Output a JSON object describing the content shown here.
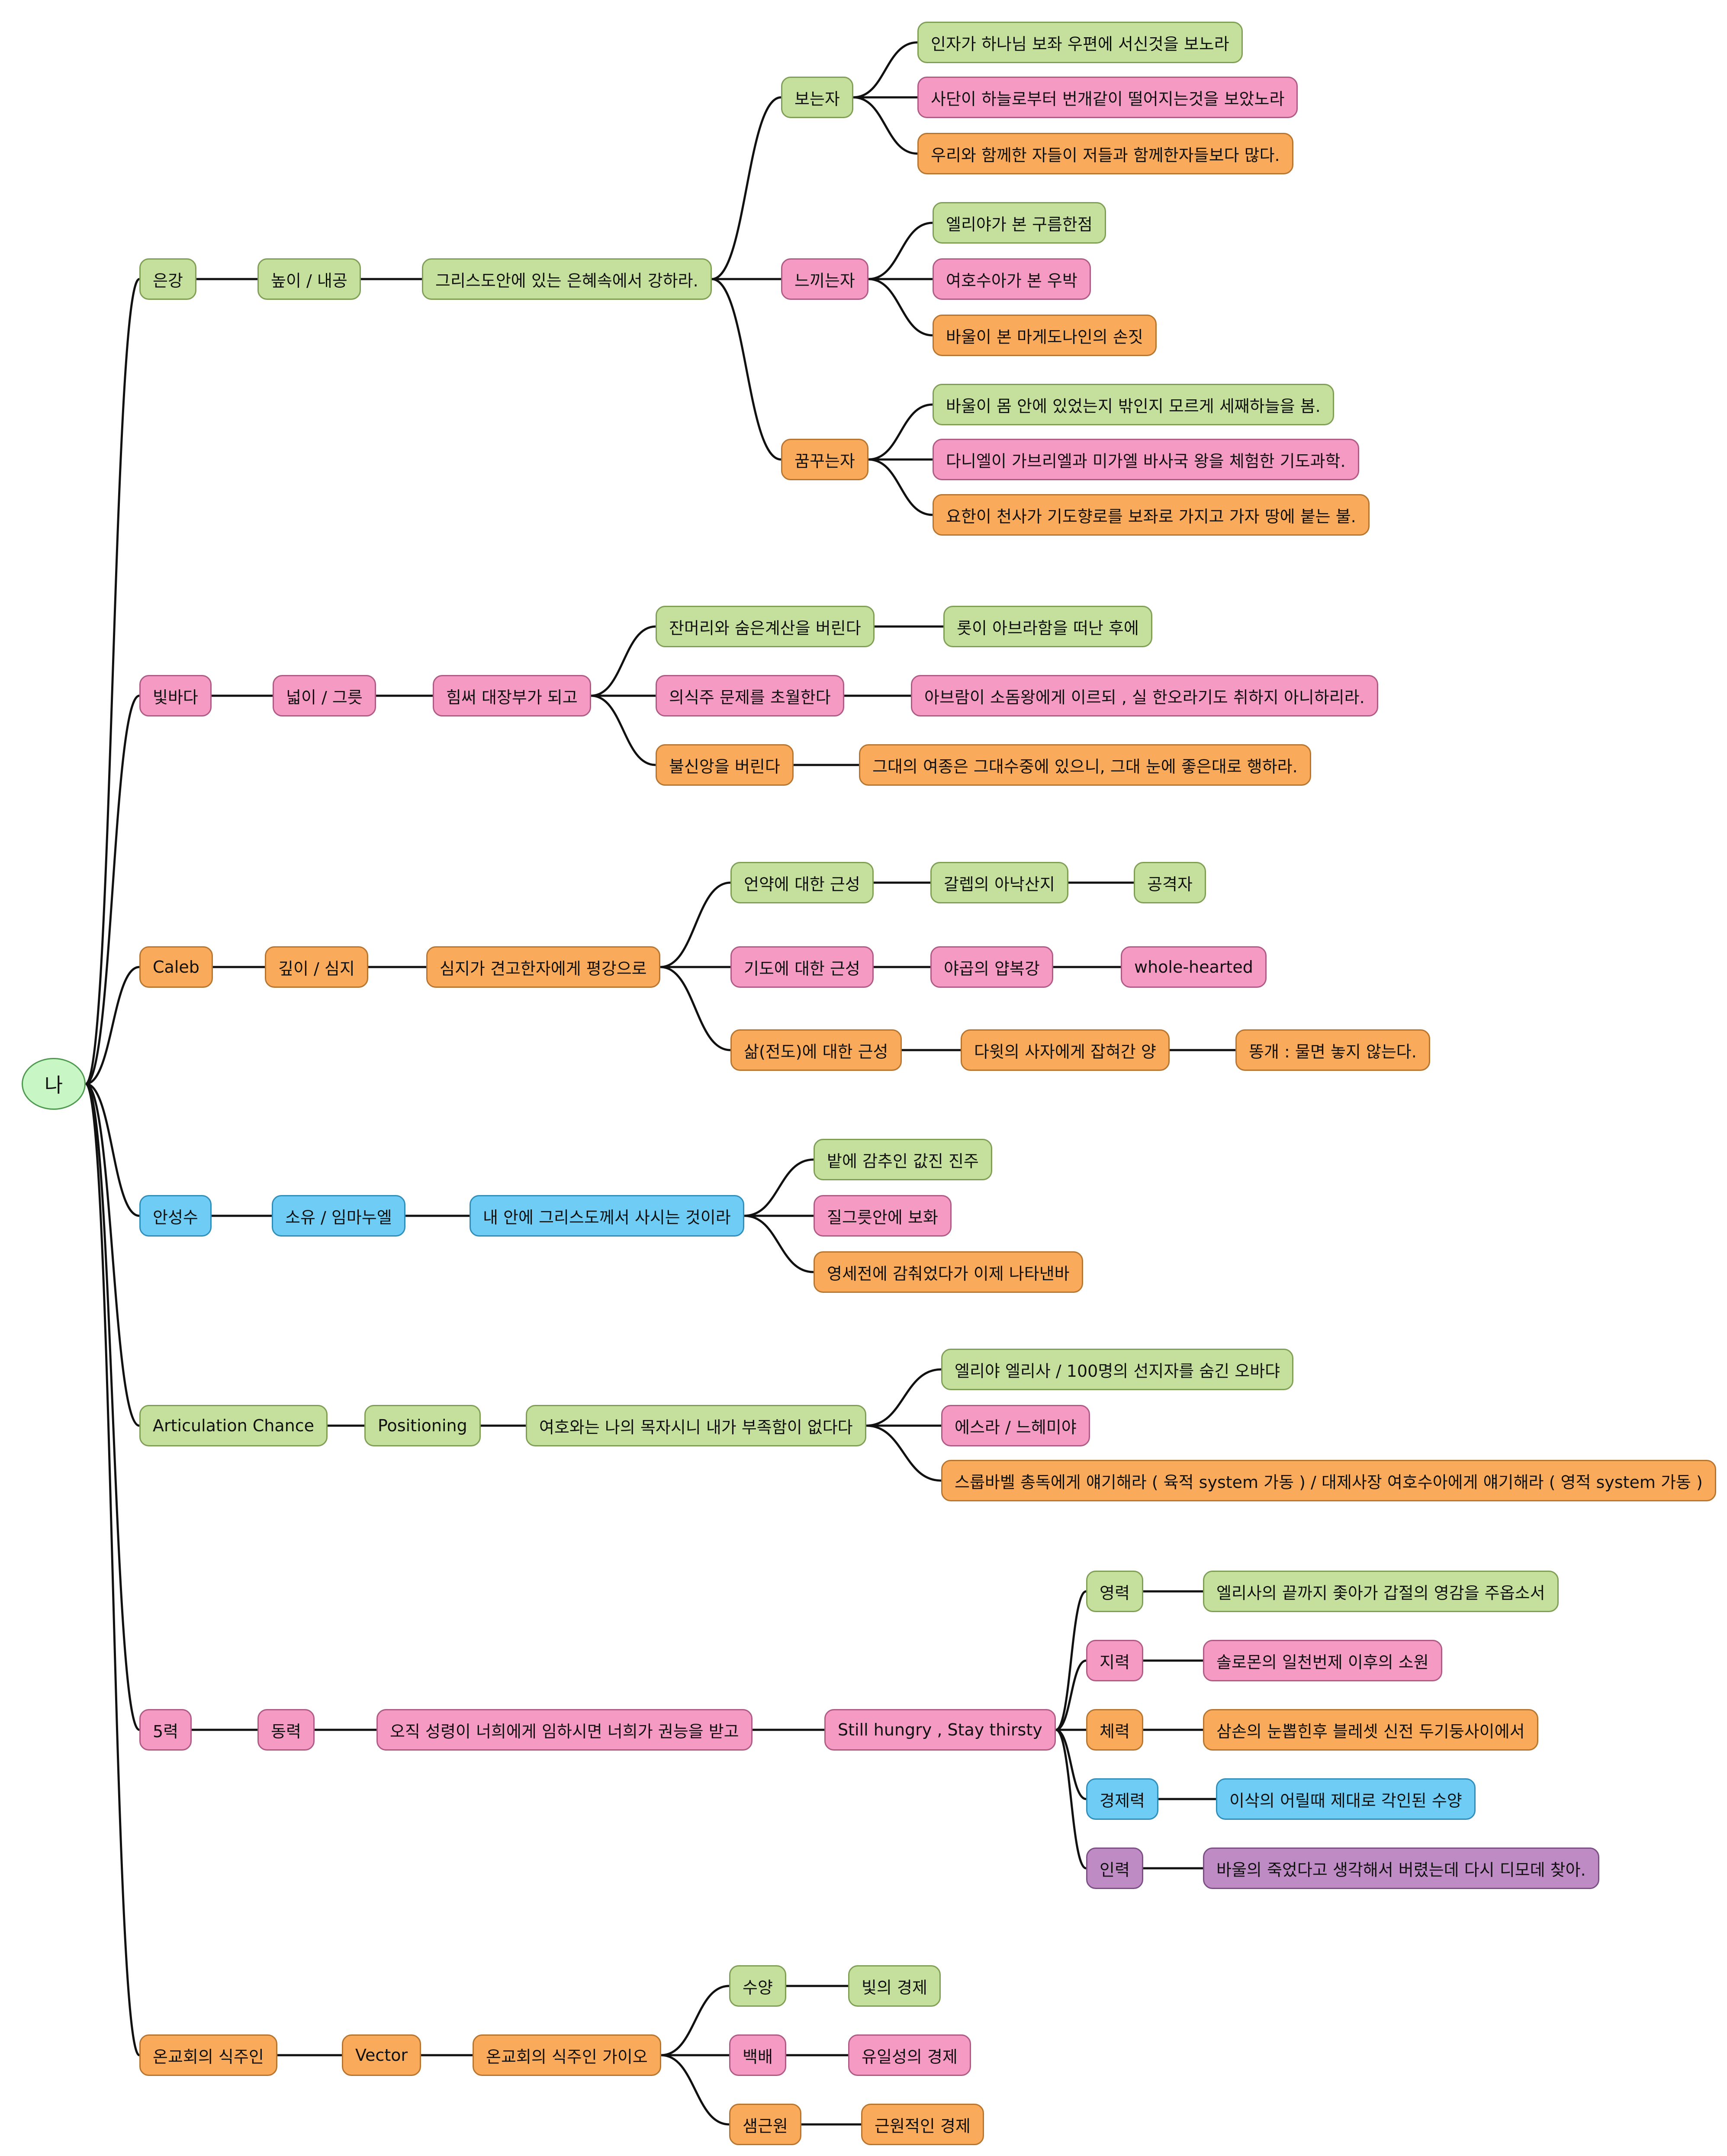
{
  "colors": {
    "green": "#c5e09c",
    "pink": "#f49ac3",
    "orange": "#f9aa5a",
    "blue": "#6fcdf5",
    "purple": "#be8bc5",
    "root": "#c8f7c5",
    "edge": "#111111"
  },
  "nodes": [
    {
      "id": "root",
      "label": "나",
      "color": "root"
    },
    {
      "id": "n1",
      "parent": "root",
      "label": "은강",
      "color": "green"
    },
    {
      "id": "n1a",
      "parent": "n1",
      "label": "높이 / 내공",
      "color": "green"
    },
    {
      "id": "n1b",
      "parent": "n1a",
      "label": "그리스도안에 있는 은혜속에서 강하라.",
      "color": "green"
    },
    {
      "id": "n1b1",
      "parent": "n1b",
      "label": "보는자",
      "color": "green"
    },
    {
      "id": "n1b1a",
      "parent": "n1b1",
      "label": "인자가 하나님 보좌 우편에 서신것을 보노라",
      "color": "green"
    },
    {
      "id": "n1b1b",
      "parent": "n1b1",
      "label": "사단이 하늘로부터 번개같이 떨어지는것을 보았노라",
      "color": "pink"
    },
    {
      "id": "n1b1c",
      "parent": "n1b1",
      "label": "우리와 함께한 자들이 저들과 함께한자들보다 많다.",
      "color": "orange"
    },
    {
      "id": "n1b2",
      "parent": "n1b",
      "label": "느끼는자",
      "color": "pink"
    },
    {
      "id": "n1b2a",
      "parent": "n1b2",
      "label": "엘리야가 본 구름한점",
      "color": "green"
    },
    {
      "id": "n1b2b",
      "parent": "n1b2",
      "label": "여호수아가 본 우박",
      "color": "pink"
    },
    {
      "id": "n1b2c",
      "parent": "n1b2",
      "label": "바울이 본 마게도나인의 손짓",
      "color": "orange"
    },
    {
      "id": "n1b3",
      "parent": "n1b",
      "label": "꿈꾸는자",
      "color": "orange"
    },
    {
      "id": "n1b3a",
      "parent": "n1b3",
      "label": "바울이 몸 안에 있었는지 밖인지 모르게 세째하늘을 봄.",
      "color": "green"
    },
    {
      "id": "n1b3b",
      "parent": "n1b3",
      "label": "다니엘이 가브리엘과 미가엘 바사국 왕을 체험한 기도과학.",
      "color": "pink"
    },
    {
      "id": "n1b3c",
      "parent": "n1b3",
      "label": "요한이 천사가 기도향로를 보좌로 가지고 가자 땅에 붙는 불.",
      "color": "orange"
    },
    {
      "id": "n2",
      "parent": "root",
      "label": "빛바다",
      "color": "pink"
    },
    {
      "id": "n2a",
      "parent": "n2",
      "label": "넓이 / 그릇",
      "color": "pink"
    },
    {
      "id": "n2b",
      "parent": "n2a",
      "label": "힘써 대장부가 되고",
      "color": "pink"
    },
    {
      "id": "n2b1",
      "parent": "n2b",
      "label": "잔머리와 숨은계산을 버린다",
      "color": "green"
    },
    {
      "id": "n2b1a",
      "parent": "n2b1",
      "label": "롯이 아브라함을 떠난 후에",
      "color": "green"
    },
    {
      "id": "n2b2",
      "parent": "n2b",
      "label": "의식주 문제를 초월한다",
      "color": "pink"
    },
    {
      "id": "n2b2a",
      "parent": "n2b2",
      "label": "아브람이 소돔왕에게 이르되 , 실 한오라기도 취하지 아니하리라.",
      "color": "pink"
    },
    {
      "id": "n2b3",
      "parent": "n2b",
      "label": "불신앙을 버린다",
      "color": "orange"
    },
    {
      "id": "n2b3a",
      "parent": "n2b3",
      "label": "그대의 여종은 그대수중에 있으니, 그대 눈에 좋은대로 행하라.",
      "color": "orange"
    },
    {
      "id": "n3",
      "parent": "root",
      "label": "Caleb",
      "color": "orange"
    },
    {
      "id": "n3a",
      "parent": "n3",
      "label": "깊이 / 심지",
      "color": "orange"
    },
    {
      "id": "n3b",
      "parent": "n3a",
      "label": "심지가 견고한자에게 평강으로",
      "color": "orange"
    },
    {
      "id": "n3b1",
      "parent": "n3b",
      "label": "언약에 대한 근성",
      "color": "green"
    },
    {
      "id": "n3b1a",
      "parent": "n3b1",
      "label": "갈렙의 아낙산지",
      "color": "green"
    },
    {
      "id": "n3b1b",
      "parent": "n3b1a",
      "label": "공격자",
      "color": "green"
    },
    {
      "id": "n3b2",
      "parent": "n3b",
      "label": "기도에 대한 근성",
      "color": "pink"
    },
    {
      "id": "n3b2a",
      "parent": "n3b2",
      "label": "야곱의 얍복강",
      "color": "pink"
    },
    {
      "id": "n3b2b",
      "parent": "n3b2a",
      "label": "whole-hearted",
      "color": "pink"
    },
    {
      "id": "n3b3",
      "parent": "n3b",
      "label": "삶(전도)에 대한 근성",
      "color": "orange"
    },
    {
      "id": "n3b3a",
      "parent": "n3b3",
      "label": "다윗의 사자에게 잡혀간 양",
      "color": "orange"
    },
    {
      "id": "n3b3b",
      "parent": "n3b3a",
      "label": "똥개 : 물면 놓지 않는다.",
      "color": "orange"
    },
    {
      "id": "n4",
      "parent": "root",
      "label": "안성수",
      "color": "blue"
    },
    {
      "id": "n4a",
      "parent": "n4",
      "label": "소유 / 임마누엘",
      "color": "blue"
    },
    {
      "id": "n4b",
      "parent": "n4a",
      "label": "내 안에 그리스도께서 사시는 것이라",
      "color": "blue"
    },
    {
      "id": "n4b1",
      "parent": "n4b",
      "label": "밭에 감추인 값진 진주",
      "color": "green"
    },
    {
      "id": "n4b2",
      "parent": "n4b",
      "label": "질그릇안에 보화",
      "color": "pink"
    },
    {
      "id": "n4b3",
      "parent": "n4b",
      "label": "영세전에 감춰었다가 이제 나타낸바",
      "color": "orange"
    },
    {
      "id": "n5",
      "parent": "root",
      "label": "Articulation Chance",
      "color": "green"
    },
    {
      "id": "n5a",
      "parent": "n5",
      "label": "Positioning",
      "color": "green"
    },
    {
      "id": "n5b",
      "parent": "n5a",
      "label": "여호와는 나의 목자시니 내가 부족함이 없다다",
      "color": "green"
    },
    {
      "id": "n5b1",
      "parent": "n5b",
      "label": "엘리야 엘리사  /  100명의 선지자를 숨긴 오바댜",
      "color": "green"
    },
    {
      "id": "n5b2",
      "parent": "n5b",
      "label": "에스라  /  느헤미야",
      "color": "pink"
    },
    {
      "id": "n5b3",
      "parent": "n5b",
      "label": "스룹바벨 총독에게 얘기해라 ( 육적 system 가동 ) / 대제사장 여호수아에게 얘기해라 ( 영적 system 가동 )",
      "color": "orange"
    },
    {
      "id": "n6",
      "parent": "root",
      "label": "5력",
      "color": "pink"
    },
    {
      "id": "n6a",
      "parent": "n6",
      "label": "동력",
      "color": "pink"
    },
    {
      "id": "n6b",
      "parent": "n6a",
      "label": "오직 성령이 너희에게 임하시면 너희가 권능을 받고",
      "color": "pink"
    },
    {
      "id": "n6c",
      "parent": "n6b",
      "label": "Still hungry , Stay thirsty",
      "color": "pink"
    },
    {
      "id": "n6c1",
      "parent": "n6c",
      "label": "영력",
      "color": "green"
    },
    {
      "id": "n6c1a",
      "parent": "n6c1",
      "label": "엘리사의 끝까지 좇아가 갑절의 영감을 주옵소서",
      "color": "green"
    },
    {
      "id": "n6c2",
      "parent": "n6c",
      "label": "지력",
      "color": "pink"
    },
    {
      "id": "n6c2a",
      "parent": "n6c2",
      "label": "솔로몬의 일천번제 이후의 소원",
      "color": "pink"
    },
    {
      "id": "n6c3",
      "parent": "n6c",
      "label": "체력",
      "color": "orange"
    },
    {
      "id": "n6c3a",
      "parent": "n6c3",
      "label": "삼손의 눈뽑힌후 블레셋 신전 두기둥사이에서",
      "color": "orange"
    },
    {
      "id": "n6c4",
      "parent": "n6c",
      "label": "경제력",
      "color": "blue"
    },
    {
      "id": "n6c4a",
      "parent": "n6c4",
      "label": "이삭의 어릴때 제대로 각인된 수양",
      "color": "blue"
    },
    {
      "id": "n6c5",
      "parent": "n6c",
      "label": "인력",
      "color": "purple"
    },
    {
      "id": "n6c5a",
      "parent": "n6c5",
      "label": "바울의 죽었다고 생각해서 버렸는데 다시 디모데 찾아.",
      "color": "purple"
    },
    {
      "id": "n7",
      "parent": "root",
      "label": "온교회의 식주인",
      "color": "orange"
    },
    {
      "id": "n7a",
      "parent": "n7",
      "label": "Vector",
      "color": "orange"
    },
    {
      "id": "n7b",
      "parent": "n7a",
      "label": "온교회의 식주인 가이오",
      "color": "orange"
    },
    {
      "id": "n7b1",
      "parent": "n7b",
      "label": "수양",
      "color": "green"
    },
    {
      "id": "n7b1a",
      "parent": "n7b1",
      "label": "빛의 경제",
      "color": "green"
    },
    {
      "id": "n7b2",
      "parent": "n7b",
      "label": "백배",
      "color": "pink"
    },
    {
      "id": "n7b2a",
      "parent": "n7b2",
      "label": "유일성의 경제",
      "color": "pink"
    },
    {
      "id": "n7b3",
      "parent": "n7b",
      "label": "샘근원",
      "color": "orange"
    },
    {
      "id": "n7b3a",
      "parent": "n7b3",
      "label": "근원적인 경제",
      "color": "orange"
    }
  ]
}
